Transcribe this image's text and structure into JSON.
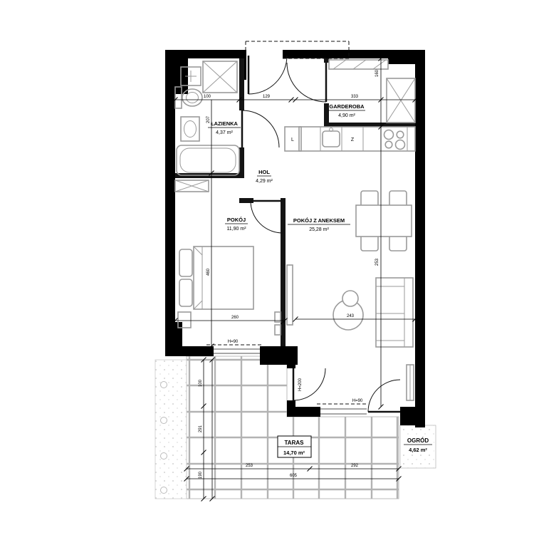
{
  "plan": {
    "title": "apartment-floor-plan",
    "rooms": [
      {
        "name": "ŁAZIENKA",
        "area": "4,37 m²"
      },
      {
        "name": "GARDEROBA",
        "area": "4,90 m²"
      },
      {
        "name": "HOL",
        "area": "4,29 m²"
      },
      {
        "name": "POKÓJ",
        "area": "11,90 m²"
      },
      {
        "name": "POKÓJ Z ANEKSEM",
        "area": "25,28 m²"
      },
      {
        "name": "TARAS",
        "area": "14,70 m²"
      },
      {
        "name": "OGRÓD",
        "area": "4,62 m²"
      }
    ],
    "dimensions": {
      "top": [
        "100",
        "129",
        "333"
      ],
      "v_right_top": "160",
      "v_left_bathroom": "207",
      "v_left_bedroom": "460",
      "v_living": "253",
      "bed_width": "260",
      "living_width": "243",
      "bottom_segments": [
        "253",
        "292"
      ],
      "bottom_total": "605",
      "terrace_left": [
        "100",
        "291",
        "190"
      ]
    },
    "annotations": {
      "window_bedroom": "H=90",
      "window_living": "H=90",
      "terrace_door": "H=200"
    },
    "appliances": {
      "fridge": "L",
      "dishwasher": "Z"
    },
    "colors": {
      "wall": "#000000",
      "furniture": "#9a9a9a",
      "grid": "#b3b3b3",
      "label": "#000000"
    }
  }
}
